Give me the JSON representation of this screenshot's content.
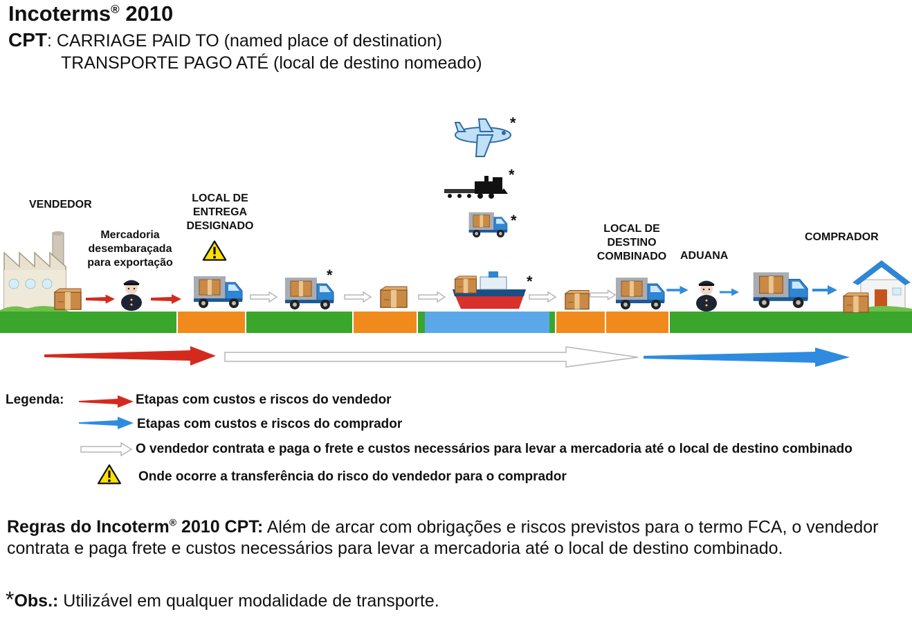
{
  "header": {
    "title_main": "Incoterms",
    "title_reg": "®",
    "title_year": " 2010",
    "term_code": "CPT",
    "term_sep": ": ",
    "term_en": "CARRIAGE PAID TO (named place of destination)",
    "term_pt": "TRANSPORTE PAGO ATÉ (local de destino nomeado)"
  },
  "stages": {
    "vendedor": "VENDEDOR",
    "mercadoria": [
      "Mercadoria",
      "desembaraçada",
      "para exportação"
    ],
    "local_entrega": [
      "LOCAL DE",
      "ENTREGA",
      "DESIGNADO"
    ],
    "local_destino": [
      "LOCAL DE",
      "DESTINO",
      "COMBINADO"
    ],
    "aduana": "ADUANA",
    "comprador": "COMPRADOR",
    "asterisk": "*"
  },
  "legend": {
    "label": "Legenda:",
    "seller": "Etapas com custos e riscos do vendedor",
    "buyer": "Etapas com custos e riscos do comprador",
    "freight": "O vendedor contrata e paga o frete e custos necessários para levar a mercadoria até o local de destino combinado",
    "risk": "Onde ocorre a transferência do risco do vendedor para o comprador"
  },
  "rules": {
    "prefix": "Regras do Incoterm",
    "reg": "®",
    "suffix": " 2010 CPT:",
    "text": "   Além de arcar com obrigações e riscos previstos para o termo FCA, o vendedor contrata e paga frete e custos necessários para levar a mercadoria até o local de destino combinado."
  },
  "obs": {
    "asterisk": "*",
    "label": "Obs.:",
    "text": " Utilizável em qualquer modalidade de transporte."
  },
  "colors": {
    "seller_red": "#d42a1e",
    "buyer_blue": "#2e8be0",
    "ground_green": "#3aa62b",
    "segment_orange": "#f08a1c",
    "segment_water": "#5aa8ea",
    "warning_yellow": "#ffe100"
  }
}
